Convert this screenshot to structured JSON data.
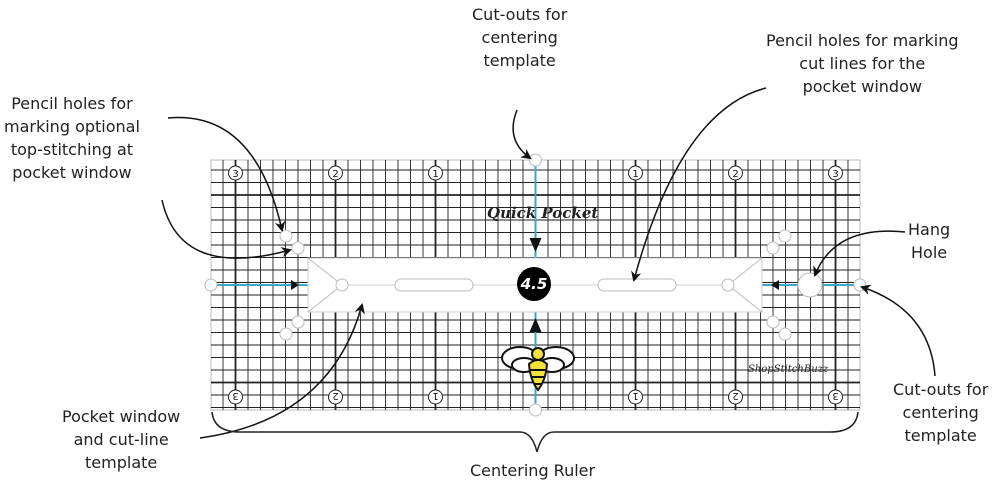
{
  "product": {
    "name": "Quick Pocket",
    "size_badge": "4.5",
    "brand": "ShopStitchBuzz",
    "top_numbers": [
      "3",
      "2",
      "1",
      "1",
      "2",
      "3"
    ],
    "bottom_numbers": [
      "3",
      "2",
      "1",
      "1",
      "2",
      "3"
    ]
  },
  "callouts": {
    "top_center": [
      "Cut-outs for",
      "centering",
      "template"
    ],
    "top_left": [
      "Pencil holes for",
      "marking optional",
      "top-stitching at",
      "pocket window"
    ],
    "top_right": [
      "Pencil holes for marking",
      "cut lines for the",
      "pocket window"
    ],
    "hang_hole": [
      "Hang",
      "Hole"
    ],
    "bottom_right": [
      "Cut-outs for",
      "centering",
      "template"
    ],
    "bottom_left": [
      "Pocket window",
      "and cut-line",
      "template"
    ],
    "bottom_center": [
      "Centering Ruler"
    ]
  },
  "colors": {
    "grid": "#222222",
    "center_line": "#3aa7c8",
    "bee_yellow": "#f2e23a",
    "badge": "#000000"
  }
}
